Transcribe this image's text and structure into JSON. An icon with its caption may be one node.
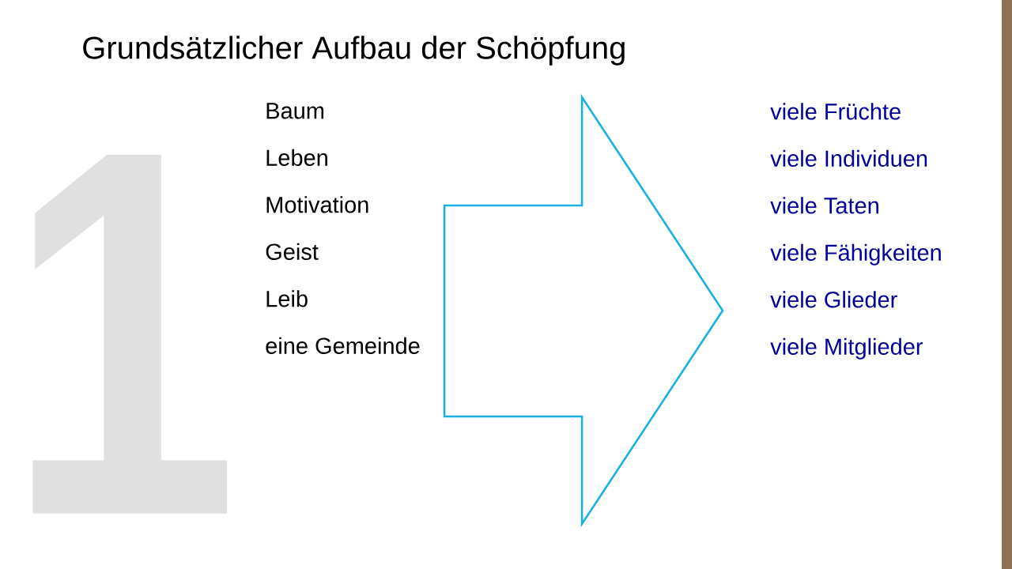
{
  "diagram": {
    "title": "Grundsätzlicher Aufbau der Schöpfung",
    "nodes": [
      {
        "text": [
          "Baum",
          "Leben",
          "Motivation",
          "Geist",
          "Leib",
          "eine Gemeinde"
        ]
      },
      {
        "text": [
          "viele Früchte",
          "viele Individuen",
          "viele Taten",
          "viele Fähigkeiten",
          "viele Glieder",
          "viele Mitglieder"
        ]
      }
    ],
    "edges": [
      {
        "from": 0,
        "to": 1,
        "arrow": "to",
        "style": "thick"
      }
    ],
    "labels": [
      "1"
    ]
  }
}
